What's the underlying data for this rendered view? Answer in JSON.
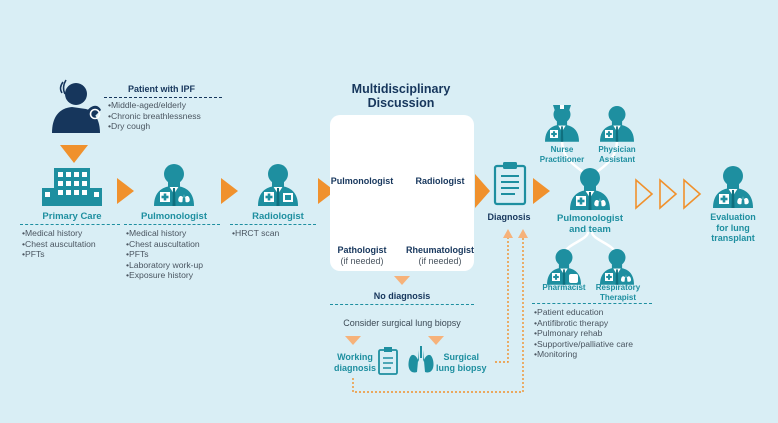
{
  "patient": {
    "title": "Patient with IPF",
    "bullets": [
      "Middle-aged/elderly",
      "Chronic breathlessness",
      "Dry cough"
    ]
  },
  "primary_care": {
    "title": "Primary Care",
    "bullets": [
      "Medical history",
      "Chest auscultation",
      "PFTs"
    ]
  },
  "pulmonologist_step": {
    "title": "Pulmonologist",
    "bullets": [
      "Medical history",
      "Chest auscultation",
      "PFTs",
      "Laboratory work-up",
      "Exposure history"
    ]
  },
  "radiologist_step": {
    "title": "Radiologist",
    "bullets": [
      "HRCT scan"
    ]
  },
  "mdd": {
    "title_line1": "Multidisciplinary",
    "title_line2": "Discussion",
    "members": [
      {
        "name": "Pulmonologist",
        "note": ""
      },
      {
        "name": "Radiologist",
        "note": ""
      },
      {
        "name": "Pathologist",
        "note": "(if needed)"
      },
      {
        "name": "Rheumatologist",
        "note": "(if needed)"
      }
    ]
  },
  "no_diagnosis": "No diagnosis",
  "consider_biopsy": "Consider surgical lung biopsy",
  "working_diagnosis": {
    "line1": "Working",
    "line2": "diagnosis"
  },
  "surgical_biopsy": {
    "line1": "Surgical",
    "line2": "lung biopsy"
  },
  "diagnosis": "Diagnosis",
  "team": {
    "nurse": {
      "line1": "Nurse",
      "line2": "Practitioner"
    },
    "physician_assistant": {
      "line1": "Physician",
      "line2": "Assistant"
    },
    "lead": {
      "line1": "Pulmonologist",
      "line2": "and team"
    },
    "pharmacist": "Pharmacist",
    "respiratory": {
      "line1": "Respiratory",
      "line2": "Therapist"
    },
    "bullets": [
      "Patient education",
      "Antifibrotic therapy",
      "Pulmonary rehab",
      "Supportive/palliative care",
      "Monitoring"
    ]
  },
  "transplant": {
    "line1": "Evaluation",
    "line2": "for lung",
    "line3": "transplant"
  },
  "colors": {
    "background": "#d9eef5",
    "teal": "#1e8fa0",
    "navy": "#16365c",
    "orange": "#f0912d",
    "light_orange": "#f6b27a"
  }
}
